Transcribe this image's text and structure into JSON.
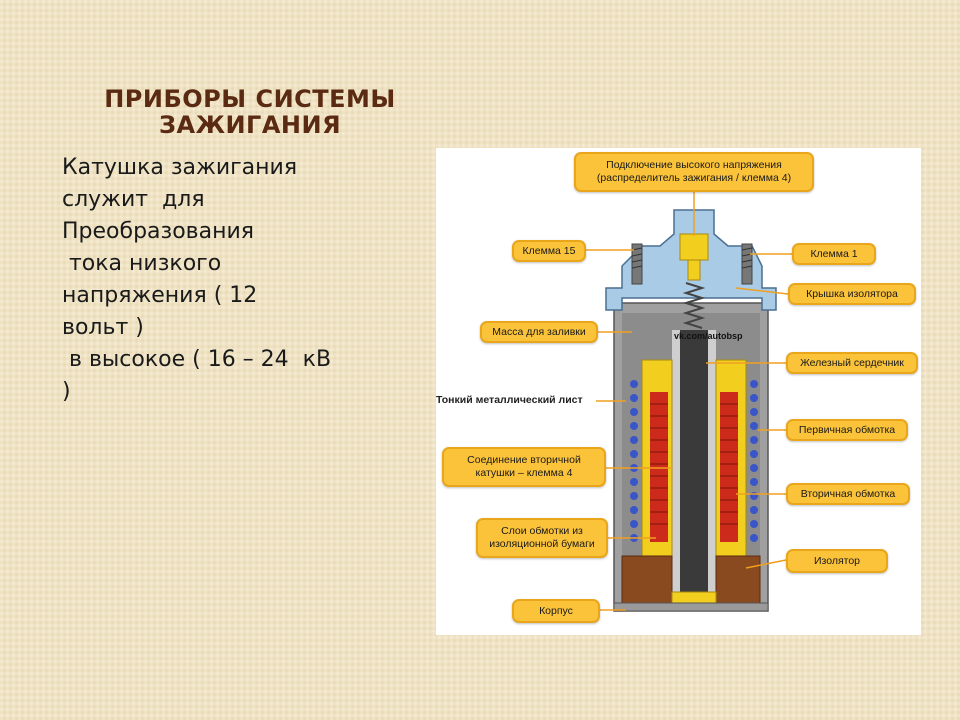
{
  "slide": {
    "title_lines": [
      "ПРИБОРЫ СИСТЕМЫ",
      "ЗАЖИГАНИЯ"
    ],
    "body_lines": [
      "Катушка зажигания",
      "служит  для",
      "Преобразования",
      " тока низкого",
      "напряжения ( 12",
      "вольт )",
      " в высокое ( 16 – 24  кВ",
      ")"
    ]
  },
  "diagram": {
    "labels": {
      "high_voltage": [
        "Подключение высокого напряжения",
        "(распределитель зажигания / клемма 4)"
      ],
      "terminal_15": "Клемма 15",
      "terminal_1": "Клемма 1",
      "insulator_cap": "Крышка изолятора",
      "filling_mass": "Масса для заливки",
      "iron_core": "Железный сердечник",
      "metal_sheet": "Тонкий металлический лист",
      "primary_winding": "Первичная обмотка",
      "secondary_connection": [
        "Соединение вторичной",
        "катушки – клемма 4"
      ],
      "secondary_winding": "Вторичная обмотка",
      "paper_layers": [
        "Слои обмотки из",
        "изоляционной бумаги"
      ],
      "insulator": "Изолятор",
      "housing": "Корпус"
    },
    "watermark": "vk.com/autobsp",
    "colors": {
      "label_fill": "#fbc33a",
      "cap_blue": "#a9cbe6",
      "housing_gray": "#9a9a9a",
      "winding_red": "#cc2a1a",
      "primary_blue": "#3a55c8",
      "insulator_brown": "#8a4a20",
      "core_dark": "#3a3a3a",
      "yellow_part": "#f2cf1f"
    }
  }
}
